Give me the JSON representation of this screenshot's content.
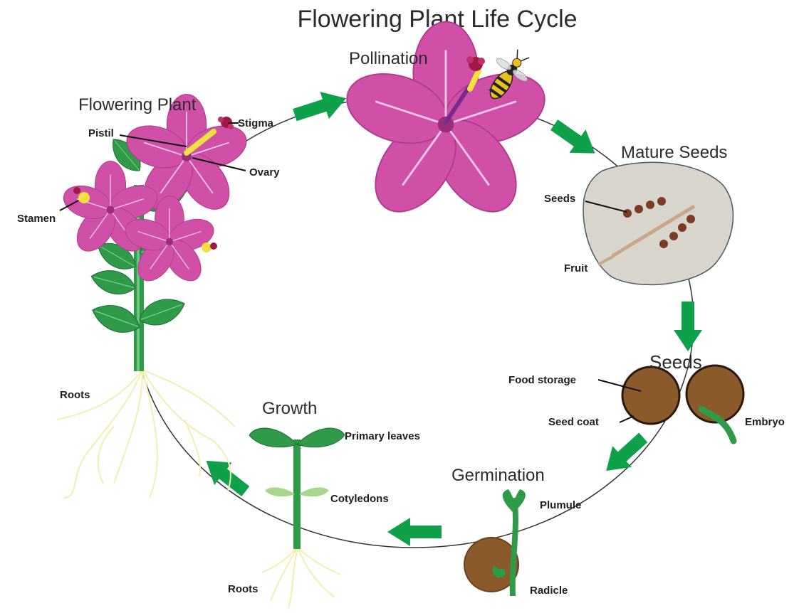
{
  "title": "Flowering Plant Life Cycle",
  "stages": {
    "flowering_plant": "Flowering Plant",
    "pollination": "Pollination",
    "mature_seeds": "Mature Seeds",
    "seeds": "Seeds",
    "germination": "Germination",
    "growth": "Growth"
  },
  "labels": {
    "stigma": "Stigma",
    "pistil": "Pistil",
    "ovary": "Ovary",
    "stamen": "Stamen",
    "roots_plant": "Roots",
    "seeds_in_fruit": "Seeds",
    "fruit": "Fruit",
    "food_storage": "Food storage",
    "seed_coat": "Seed coat",
    "embryo": "Embryo",
    "plumule": "Plumule",
    "radicle": "Radicle",
    "primary_leaves": "Primary leaves",
    "cotyledons": "Cotyledons",
    "roots_seedling": "Roots"
  },
  "colors": {
    "arrow": "#0fa04a",
    "petal": "#d050a8",
    "leaf": "#2f9a48",
    "seed": "#8b5a2b",
    "fruit": "#d8d5cc"
  }
}
